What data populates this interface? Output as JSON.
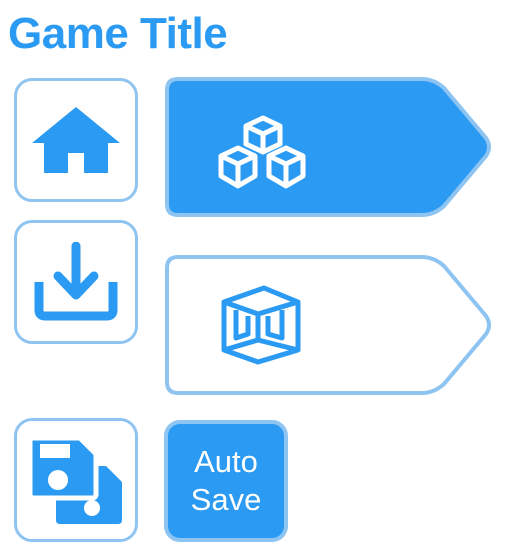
{
  "header": {
    "title": "Game Title"
  },
  "left_buttons": [
    {
      "icon": "home-icon"
    },
    {
      "icon": "download-icon"
    },
    {
      "icon": "floppy-disks-icon"
    }
  ],
  "tabs": [
    {
      "icon": "cubes-icon",
      "selected": true
    },
    {
      "icon": "cube-outline-icon",
      "selected": false
    }
  ],
  "autosave": {
    "line1": "Auto",
    "line2": "Save"
  },
  "colors": {
    "accent": "#2b9af3",
    "border_light": "#8ec4f2",
    "background": "#ffffff"
  }
}
